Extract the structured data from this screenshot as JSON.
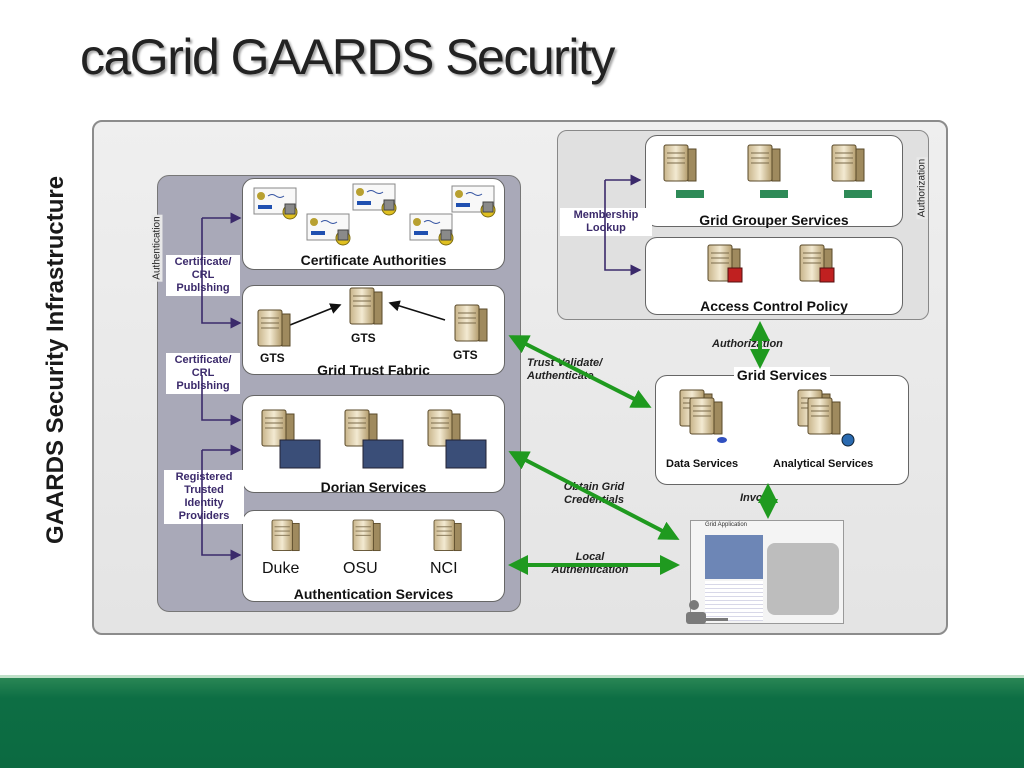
{
  "slide": {
    "title": "caGrid GAARDS Security"
  },
  "diagram": {
    "vertical_title": "GAARDS Security Infrastructure",
    "authentication_side_label": "Authentication",
    "authorization_side_label": "Authorization",
    "left_tags": {
      "cert_crl_1": "Certificate/ CRL Publshing",
      "cert_crl_2": "Certificate/ CRL Publshing",
      "registered": "Registered Trusted Identity Providers"
    },
    "certificate_authorities": {
      "label": "Certificate Authorities"
    },
    "grid_trust_fabric": {
      "label": "Grid Trust Fabric",
      "node_labels": [
        "GTS",
        "GTS",
        "GTS"
      ]
    },
    "dorian_services": {
      "label": "Dorian Services"
    },
    "authentication_services": {
      "label": "Authentication Services",
      "institutions": [
        "Duke",
        "OSU",
        "NCI"
      ]
    },
    "membership_lookup": "Membership Lookup",
    "grid_grouper_services": {
      "label": "Grid Grouper Services"
    },
    "access_control_policy": {
      "label": "Access Control Policy"
    },
    "authorization_arrow_label": "Authorization",
    "grid_services": {
      "label": "Grid Services",
      "data_services": "Data Services",
      "analytical_services": "Analytical Services"
    },
    "invoke_label": "Invoke",
    "arrow_labels": {
      "trust_validate": "Trust Validate/ Authenticate",
      "obtain_credentials": "Obtain Grid Credentials",
      "local_auth": "Local Authentication"
    },
    "grid_application": {
      "caption": "Grid Application"
    }
  },
  "colors": {
    "footer_green": "#0c6a41",
    "arrow_green": "#1f9a1f",
    "tag_purple": "#3b2a6b"
  }
}
